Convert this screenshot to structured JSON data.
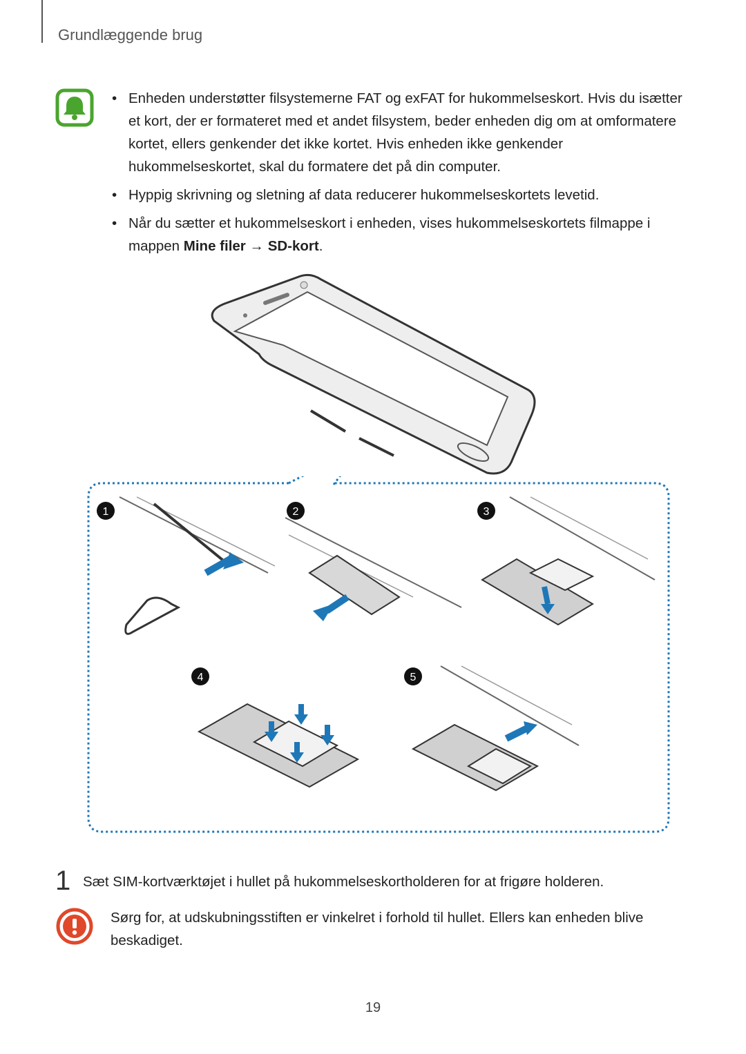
{
  "header": {
    "title": "Grundlæggende brug"
  },
  "note": {
    "icon": "bell-icon",
    "bullets": [
      {
        "text": "Enheden understøtter filsystemerne FAT og exFAT for hukommelseskort. Hvis du isætter et kort, der er formateret med et andet filsystem, beder enheden dig om at omformatere kortet, ellers genkender det ikke kortet. Hvis enheden ikke genkender hukommelseskortet, skal du formatere det på din computer."
      },
      {
        "text": "Hyppig skrivning og sletning af data reducerer hukommelseskortets levetid."
      },
      {
        "prefix": "Når du sætter et hukommelseskort i enheden, vises hukommelseskortets filmappe i mappen ",
        "menu": "Mine filer",
        "arrow": "→",
        "target": "SD-kort",
        "suffix": "."
      }
    ],
    "bullet_char": "•"
  },
  "illustration": {
    "labels": [
      "1",
      "2",
      "3",
      "4",
      "5"
    ],
    "accent_color": "#1e77b7"
  },
  "step": {
    "number": "1",
    "text": "Sæt SIM-kortværktøjet i hullet på hukommelseskortholderen for at frigøre holderen."
  },
  "caution": {
    "icon": "caution-icon",
    "text": "Sørg for, at udskubningsstiften er vinkelret i forhold til hullet. Ellers kan enheden blive beskadiget.",
    "color": "#e0482a"
  },
  "page_number": "19"
}
